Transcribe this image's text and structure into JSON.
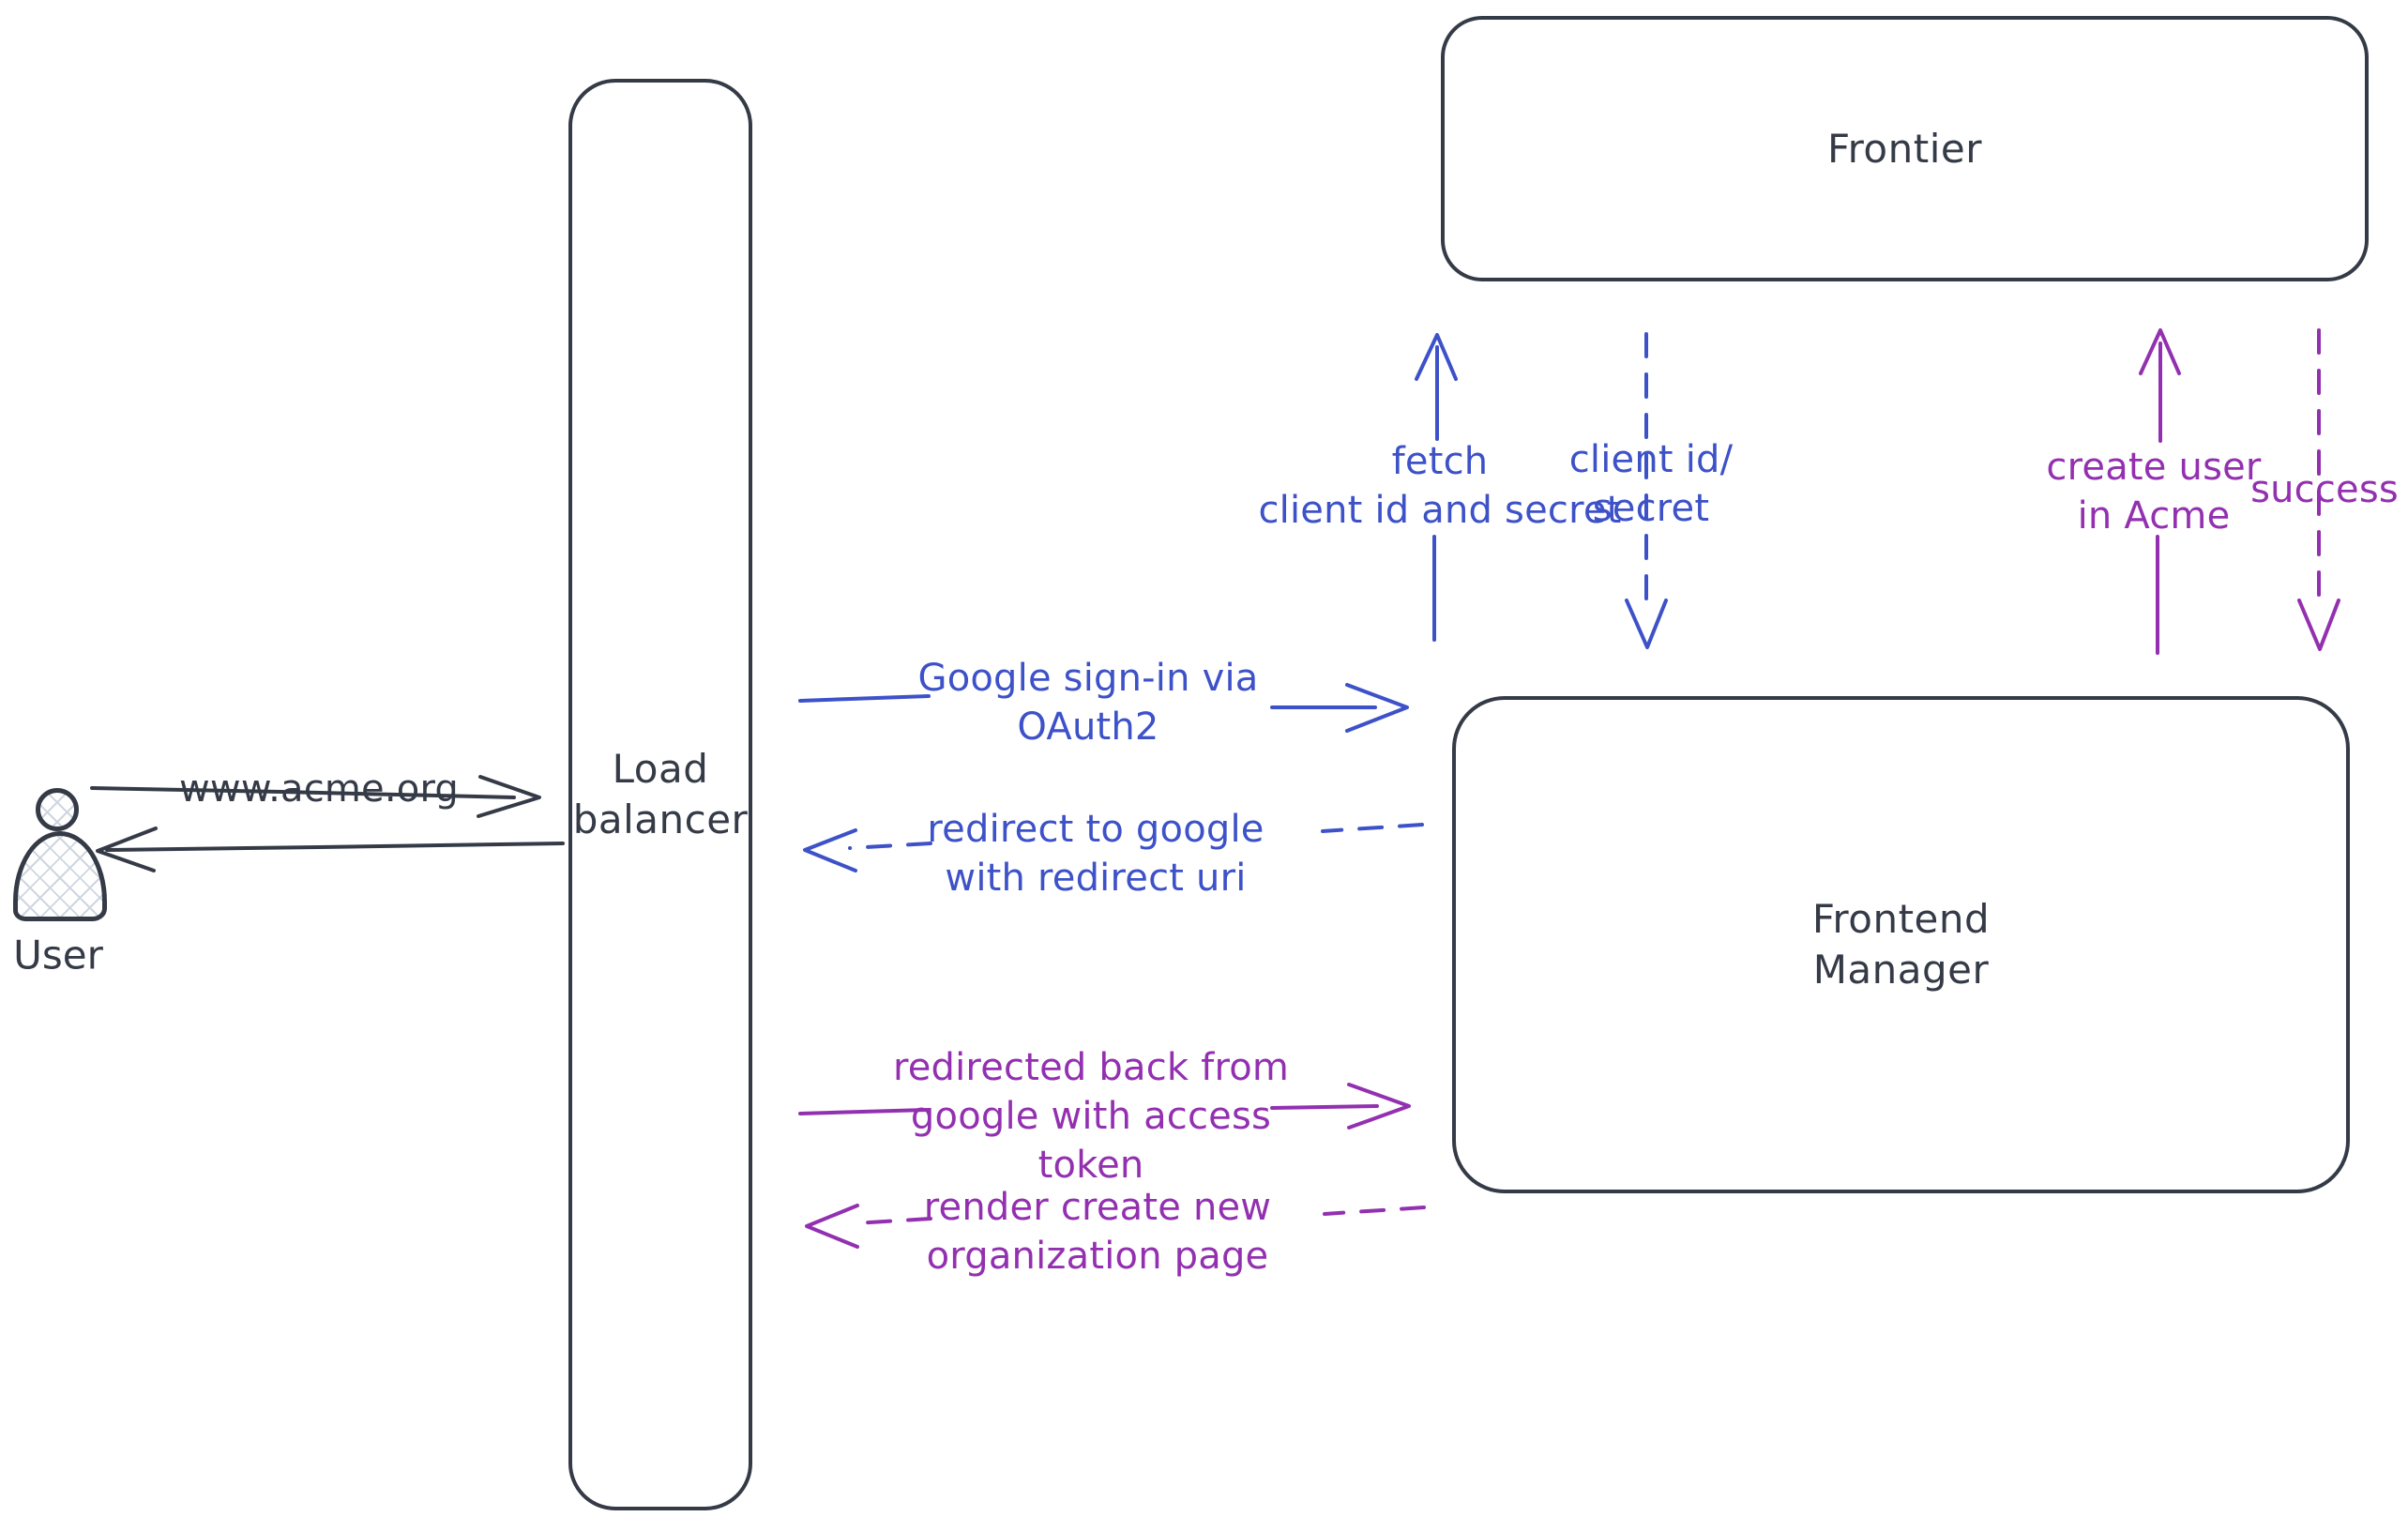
{
  "colors": {
    "ink": "#343a46",
    "blue": "#3d51c8",
    "purple": "#9330b0"
  },
  "nodes": {
    "user": {
      "label": "User"
    },
    "load_balancer": {
      "label": "Load\nbalancer"
    },
    "frontier": {
      "label": "Frontier"
    },
    "frontend_manager": {
      "label": "Frontend\nManager"
    }
  },
  "edges": {
    "www_acme": {
      "label": "www.acme.org"
    },
    "google_signin": {
      "label": "Google sign-in via\nOAuth2"
    },
    "redirect_google": {
      "label": "redirect to google\nwith redirect uri"
    },
    "redirected_back": {
      "label": "redirected back from\ngoogle with access\ntoken"
    },
    "render_create": {
      "label": "render create new\norganization page"
    },
    "fetch_client": {
      "label": "fetch\nclient id and secret"
    },
    "client_id_secret": {
      "label": "client id/\nsecret"
    },
    "create_user": {
      "label": "create user\nin Acme"
    },
    "success": {
      "label": "success"
    }
  }
}
